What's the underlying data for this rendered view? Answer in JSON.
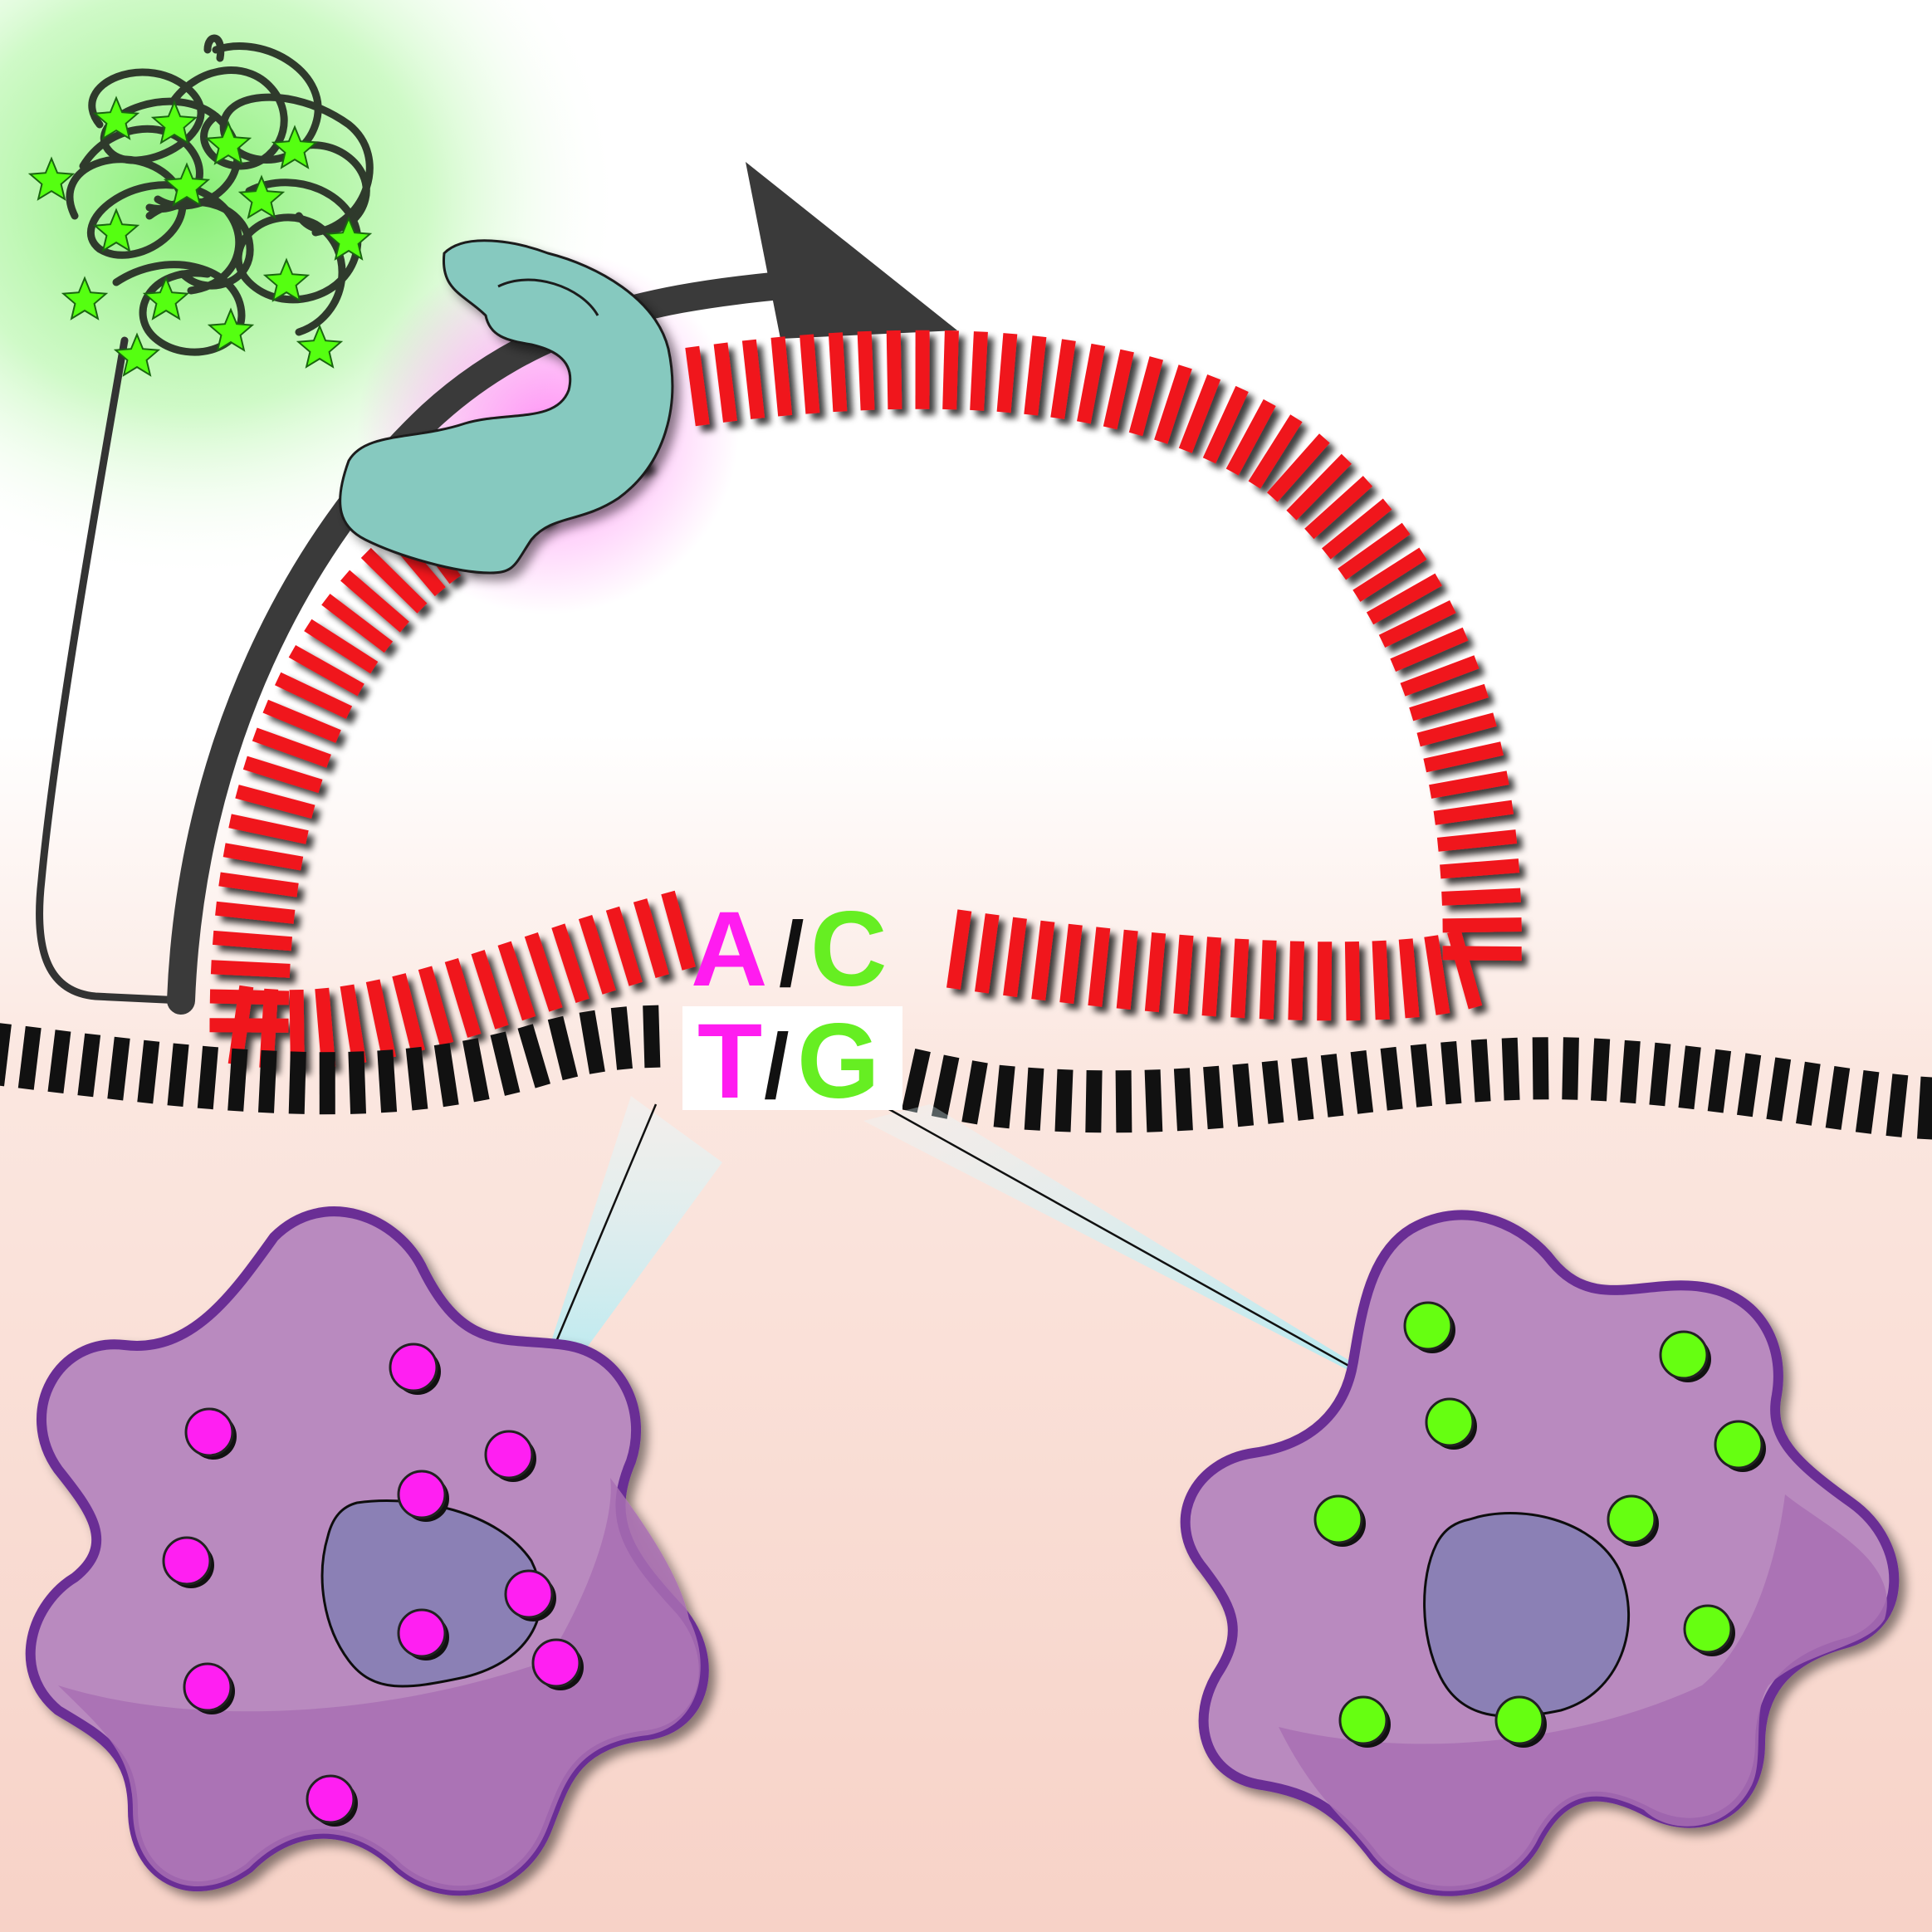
{
  "labels": {
    "top_left": "A",
    "top_slash": "/",
    "top_right": "C",
    "bottom_left": "T",
    "bottom_slash": "/",
    "bottom_right": "G"
  },
  "colors": {
    "background_top": "#ffffff",
    "background_bottom": "#f7d4c8",
    "glow_green": "#8ff07a",
    "glow_magenta": "#ff5cf0",
    "rna_red": "#f0141e",
    "dna_black": "#111111",
    "protein_teal": "#86c9bf",
    "arrow_gray": "#3a3a3a",
    "allele_magenta": "#ff1cf0",
    "allele_green": "#66ee22",
    "star_green": "#55ff11",
    "cell_fill": "#b98abf",
    "cell_outline": "#6a2f95",
    "nucleus": "#8b80b5",
    "granule_magenta": "#ff1ff2",
    "granule_green": "#66ff11"
  },
  "icons": [
    "chromatin-cluster-icon",
    "polymerase-icon",
    "transcription-arrow-icon",
    "cell-icon"
  ]
}
